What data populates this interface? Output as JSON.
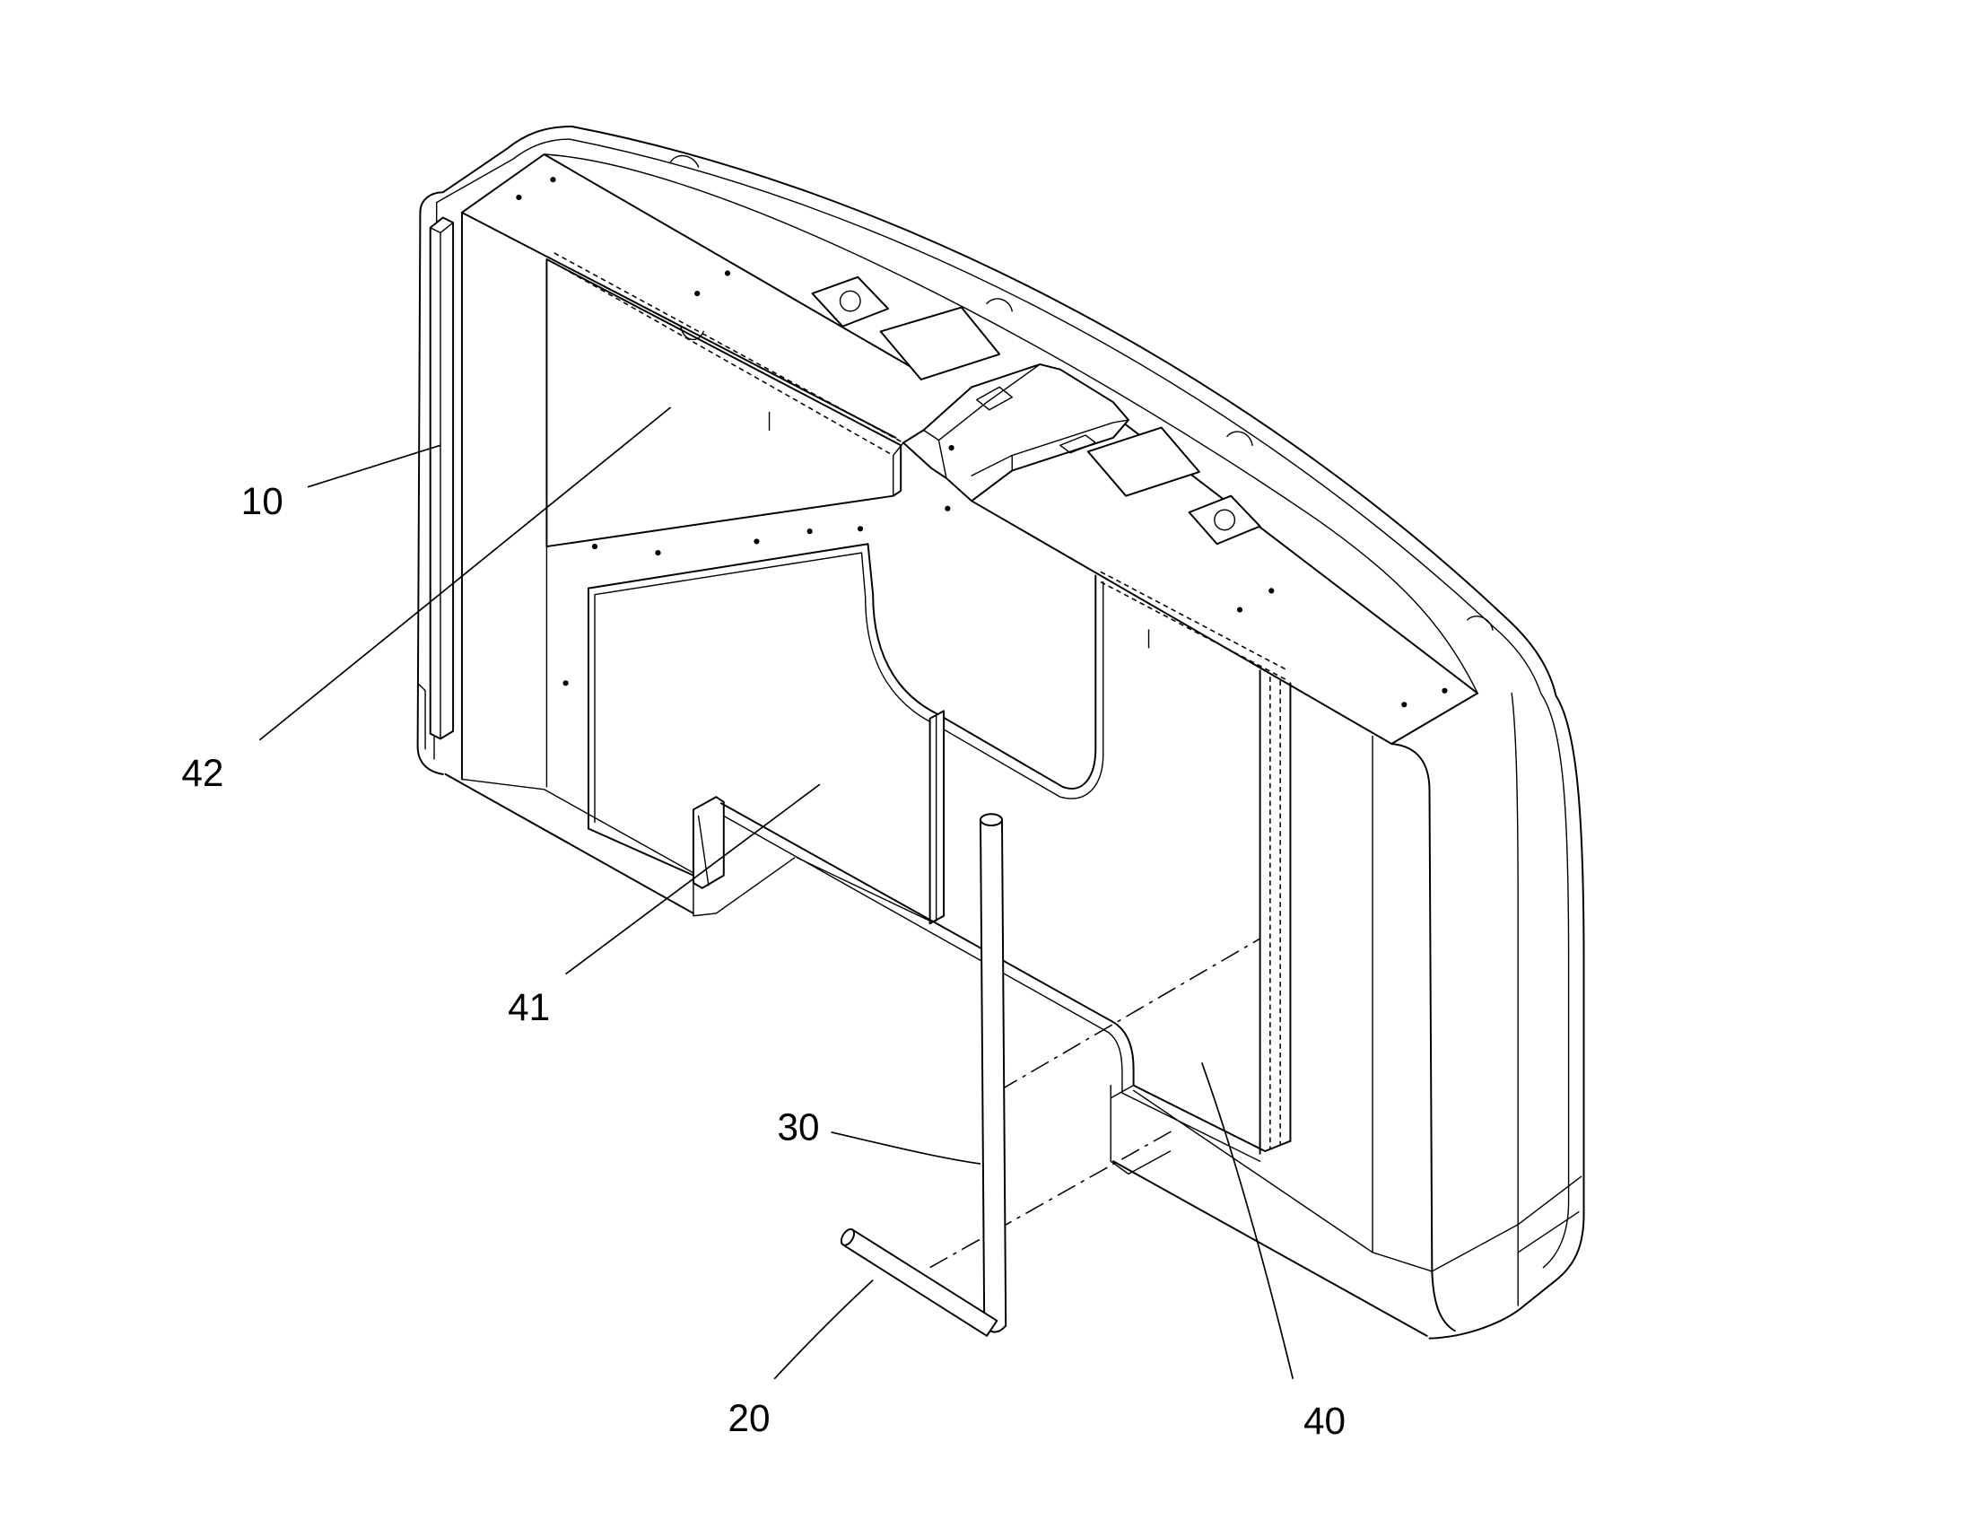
{
  "reference_numerals": [
    "10",
    "42",
    "41",
    "30",
    "20",
    "40"
  ]
}
